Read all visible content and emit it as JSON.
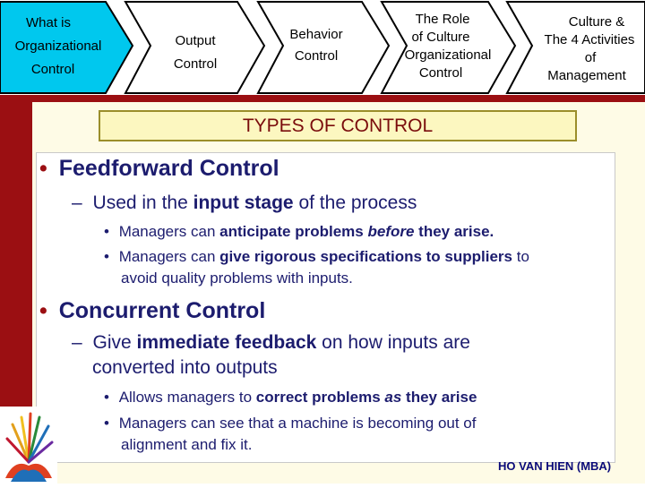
{
  "nav": {
    "tab1": {
      "line1": "What is",
      "line2": "Organizational",
      "line3": "Control"
    },
    "tab2": {
      "line1": "Output",
      "line2": "Control"
    },
    "tab3": {
      "line1": "Behavior",
      "line2": "Control"
    },
    "tab4": {
      "line1": "The Role",
      "line2": "of Culture",
      "line3": "Organizational",
      "line4": "Control"
    },
    "tab5": {
      "line1": "Culture &",
      "line2": "The 4 Activities",
      "line3": "of",
      "line4": "Management"
    }
  },
  "colors": {
    "active_tab": "#00c8ee",
    "tab": "#ffffff",
    "frame": "#9b0f12",
    "title_box": "#fcf7c0"
  },
  "slide": {
    "title": "TYPES OF CONTROL",
    "s1": {
      "heading": "Feedforward Control",
      "sub_pre": "Used in the ",
      "sub_bold": "input stage",
      "sub_post": " of the process",
      "p1_pre": "Managers can ",
      "p1_bold": "anticipate problems",
      "p1_italic": "before",
      "p1_post": " they arise.",
      "p2_pre": "Managers can ",
      "p2_bold": "give rigorous specifications to suppliers",
      "p2_post": " to",
      "p2_line2": "avoid quality problems with inputs."
    },
    "s2": {
      "heading": "Concurrent Control",
      "sub_pre": "Give ",
      "sub_bold": "immediate feedback",
      "sub_post": " on how inputs are",
      "sub_line2": "converted into outputs",
      "p1_pre": "Allows managers to ",
      "p1_bold": "correct problems",
      "p1_italic": "as",
      "p1_post": " they arise",
      "p2_line1": "Managers can see that a machine is becoming out of",
      "p2_line2": "alignment and fix it."
    }
  },
  "footer": {
    "author": "HO VAN HIEN (MBA)"
  }
}
